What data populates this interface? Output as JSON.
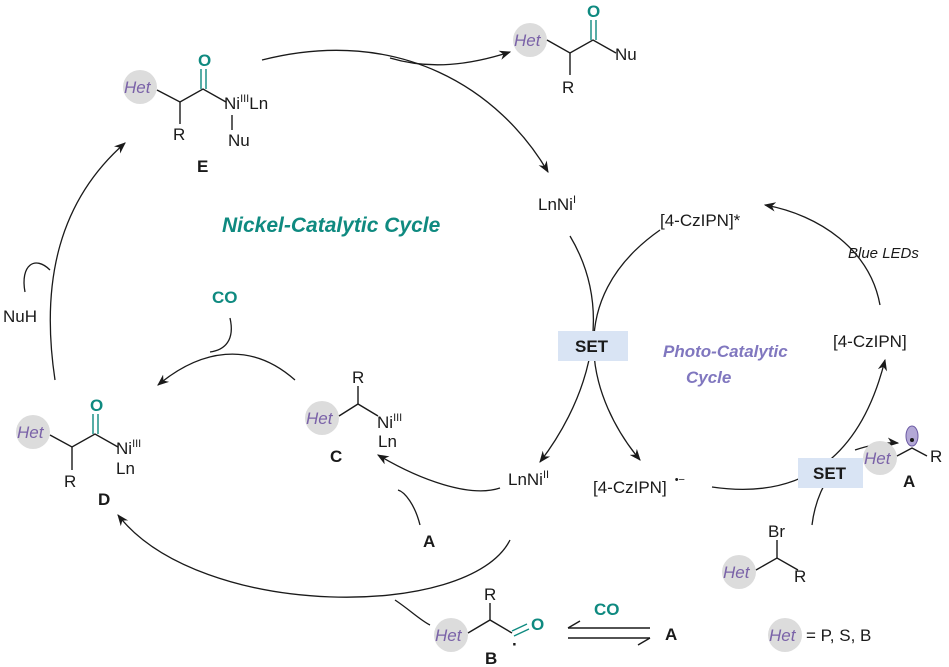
{
  "title_nickel": "Nickel-Catalytic Cycle",
  "title_photo_line1": "Photo-Catalytic",
  "title_photo_line2": "Cycle",
  "het": "Het",
  "labels": {
    "E": "E",
    "D": "D",
    "C": "C",
    "B": "B",
    "A": "A"
  },
  "substituents": {
    "R": "R",
    "Nu": "Nu",
    "Ln": "Ln",
    "Br": "Br",
    "O": "O",
    "Ni": "Ni"
  },
  "species": {
    "lnni_i_base": "LnNi",
    "lnni_i_ox": "I",
    "lnni_ii_base": "LnNi",
    "lnni_ii_ox": "II",
    "ni_iii": "III",
    "czipn_excited": "[4-CzIPN]*",
    "czipn": "[4-CzIPN]",
    "czipn_radical": "[4-CzIPN]",
    "czipn_radical_charge": "•−",
    "nuh": "NuH",
    "co": "CO"
  },
  "set_label": "SET",
  "blue_leds": "Blue LEDs",
  "legend": "= P, S, B",
  "colors": {
    "teal": "#0f8a80",
    "het_purple": "#7a62a8",
    "photo_title": "#8077bf",
    "set_box": "#d9e4f4",
    "bubble": "#dcdcdc"
  }
}
